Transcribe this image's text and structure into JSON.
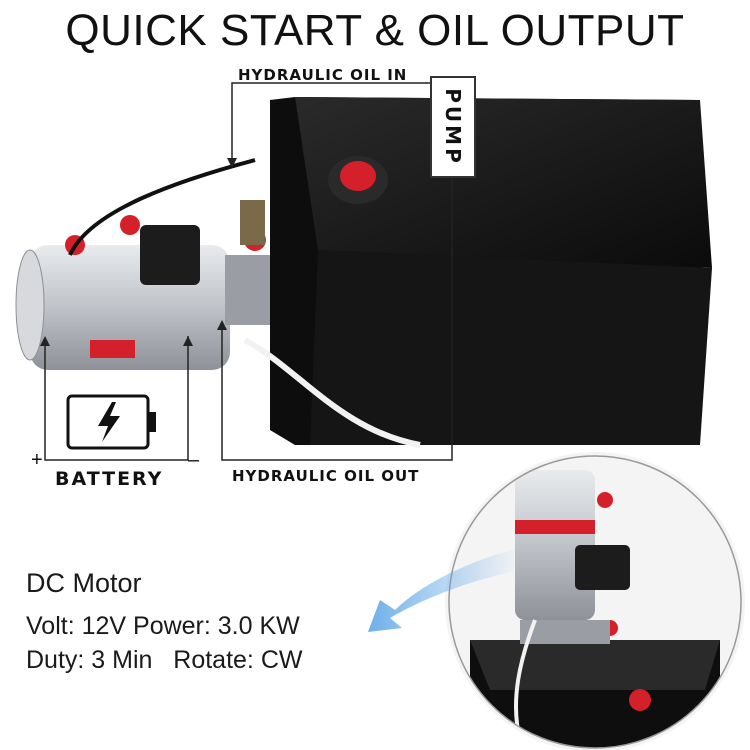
{
  "title": "QUICK START & OIL OUTPUT",
  "labels": {
    "oil_in": "HYDRAULIC OIL IN",
    "oil_out": "HYDRAULIC OIL OUT",
    "pump": "PUMP",
    "battery": "BATTERY",
    "plus": "+",
    "minus": "–"
  },
  "specs": {
    "title": "DC Motor",
    "line1": "Volt: 12V Power: 3.0 KW",
    "line2": "Duty: 3 Min   Rotate: CW"
  },
  "icons": [
    "battery-icon",
    "lightning-bolt-icon",
    "flow-arrow-icon"
  ],
  "colors": {
    "tank": "#111111",
    "cap_red": "#d4202a",
    "arrow_blue": "#5ea6e6",
    "motor_silver": "#c9ccd1"
  }
}
